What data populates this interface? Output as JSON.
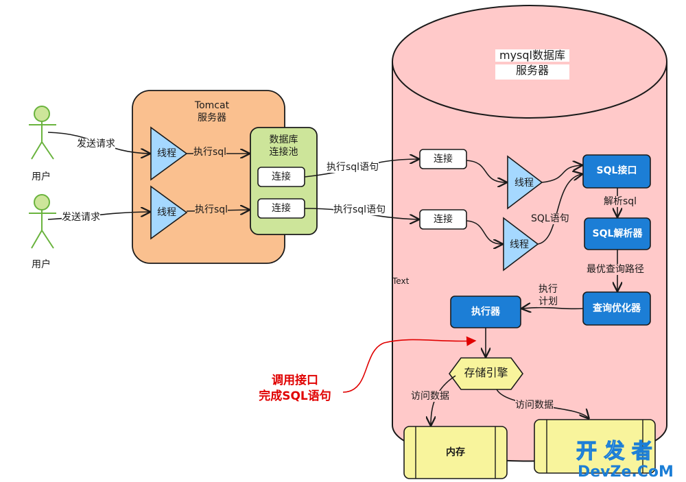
{
  "users": [
    {
      "label": "用户",
      "request": "发送请求"
    },
    {
      "label": "用户",
      "request": "发送请求"
    }
  ],
  "tomcat": {
    "title_line1": "Tomcat",
    "title_line2": "服务器",
    "threads": [
      {
        "label": "线程",
        "action": "执行sql"
      },
      {
        "label": "线程",
        "action": "执行sql"
      }
    ]
  },
  "pool": {
    "title_line1": "数据库",
    "title_line2": "连接池",
    "connections": [
      "连接",
      "连接"
    ]
  },
  "mysql": {
    "title_line1": "mysql数据库",
    "title_line2": "服务器",
    "text_placeholder": "Text",
    "exec_labels": [
      "执行sql语句",
      "执行sql语句"
    ],
    "connections": [
      "连接",
      "连接"
    ],
    "threads": [
      "线程",
      "线程"
    ],
    "sql_statement_label": "SQL语句",
    "sql_interface": "SQL接口",
    "parse_label": "解析sql",
    "sql_parser": "SQL解析器",
    "optimal_path_label": "最优查询路径",
    "optimizer": "查询优化器",
    "plan_label_line1": "执行",
    "plan_label_line2": "计划",
    "executor": "执行器",
    "storage_engine": "存储引擎",
    "access_left": "访问数据",
    "access_right": "访问数据",
    "memory": "内存"
  },
  "annotation": {
    "line1": "调用接口",
    "line2": "完成SQL语句"
  },
  "watermark": {
    "line1": "开 发 者",
    "line2": "DevZe.CoM"
  },
  "colors": {
    "tomcat_fill": "#fac08f",
    "pool_fill": "#cde59a",
    "mysql_fill": "#ffc9c9",
    "blue_box": "#1c7ed6",
    "thread_fill": "#a5d8ff",
    "yellow": "#f8f49c",
    "user_stroke": "#69b33d",
    "annotation": "#e00000"
  }
}
